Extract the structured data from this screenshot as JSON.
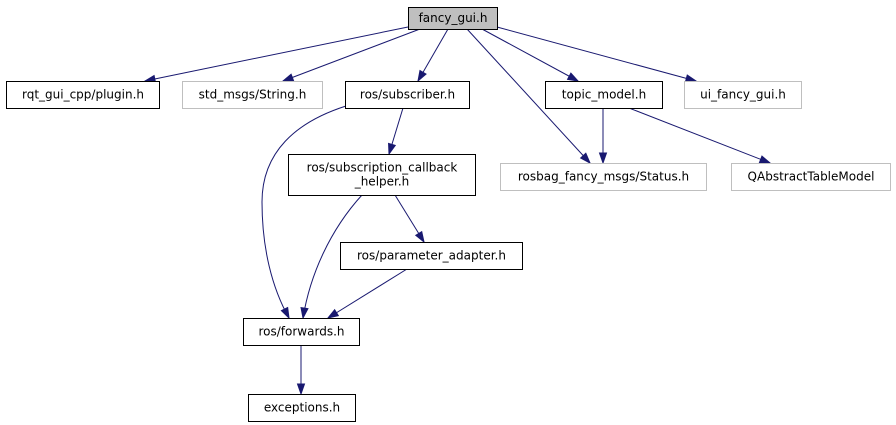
{
  "diagram": {
    "colors": {
      "edge": "#191970",
      "text": "#000000",
      "border_defined": "#000000",
      "border_external": "#bfbfbf",
      "fill_highlight": "#bfbfbf",
      "fill_normal": "#ffffff"
    },
    "nodes": [
      {
        "id": "fancy_gui",
        "lines": [
          "fancy_gui.h"
        ],
        "style": "highlight"
      },
      {
        "id": "plugin",
        "lines": [
          "rqt_gui_cpp/plugin.h"
        ],
        "style": "defined"
      },
      {
        "id": "string",
        "lines": [
          "std_msgs/String.h"
        ],
        "style": "external"
      },
      {
        "id": "subscriber",
        "lines": [
          "ros/subscriber.h"
        ],
        "style": "defined"
      },
      {
        "id": "topic_model",
        "lines": [
          "topic_model.h"
        ],
        "style": "defined"
      },
      {
        "id": "ui_fancy",
        "lines": [
          "ui_fancy_gui.h"
        ],
        "style": "external"
      },
      {
        "id": "sub_cb",
        "lines": [
          "ros/subscription_callback",
          "_helper.h"
        ],
        "style": "defined"
      },
      {
        "id": "status",
        "lines": [
          "rosbag_fancy_msgs/Status.h"
        ],
        "style": "external"
      },
      {
        "id": "qatm",
        "lines": [
          "QAbstractTableModel"
        ],
        "style": "external"
      },
      {
        "id": "param",
        "lines": [
          "ros/parameter_adapter.h"
        ],
        "style": "defined"
      },
      {
        "id": "forwards",
        "lines": [
          "ros/forwards.h"
        ],
        "style": "defined"
      },
      {
        "id": "exceptions",
        "lines": [
          "exceptions.h"
        ],
        "style": "defined"
      }
    ],
    "edges": [
      {
        "from": "fancy_gui",
        "to": "plugin"
      },
      {
        "from": "fancy_gui",
        "to": "string"
      },
      {
        "from": "fancy_gui",
        "to": "subscriber"
      },
      {
        "from": "fancy_gui",
        "to": "topic_model"
      },
      {
        "from": "fancy_gui",
        "to": "ui_fancy"
      },
      {
        "from": "fancy_gui",
        "to": "status"
      },
      {
        "from": "subscriber",
        "to": "sub_cb"
      },
      {
        "from": "subscriber",
        "to": "forwards"
      },
      {
        "from": "topic_model",
        "to": "status"
      },
      {
        "from": "topic_model",
        "to": "qatm"
      },
      {
        "from": "sub_cb",
        "to": "param"
      },
      {
        "from": "sub_cb",
        "to": "forwards"
      },
      {
        "from": "param",
        "to": "forwards"
      },
      {
        "from": "forwards",
        "to": "exceptions"
      }
    ]
  }
}
